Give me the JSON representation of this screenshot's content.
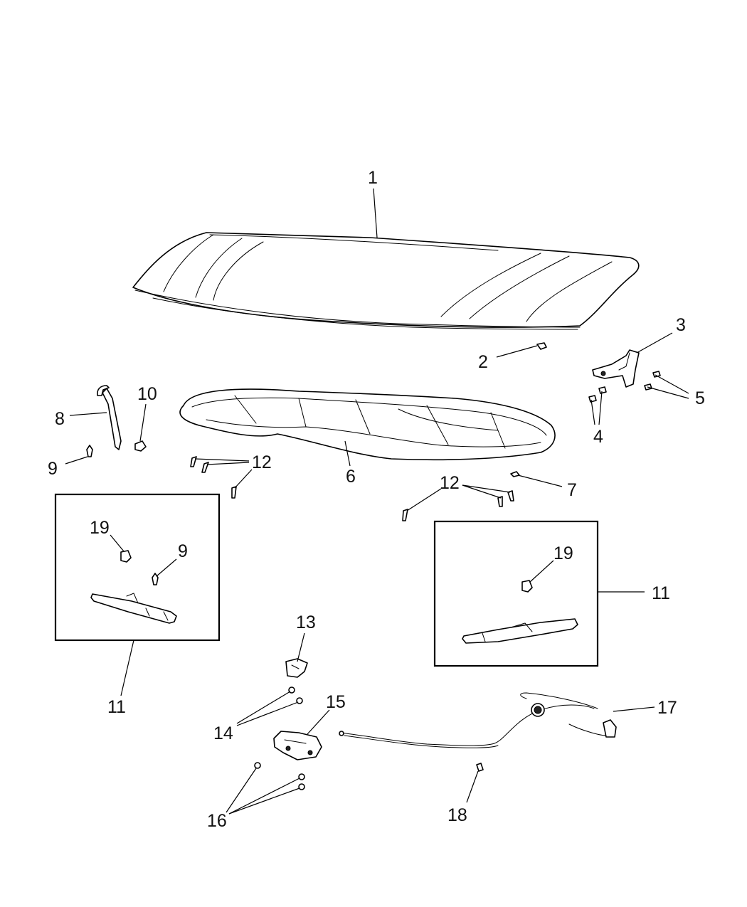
{
  "diagram": {
    "callouts": {
      "c1": "1",
      "c2": "2",
      "c3": "3",
      "c4": "4",
      "c5": "5",
      "c6": "6",
      "c7": "7",
      "c8": "8",
      "c9a": "9",
      "c9b": "9",
      "c10": "10",
      "c11a": "11",
      "c11b": "11",
      "c12a": "12",
      "c12b": "12",
      "c13": "13",
      "c14": "14",
      "c15": "15",
      "c16": "16",
      "c17": "17",
      "c18": "18",
      "c19a": "19",
      "c19b": "19"
    }
  }
}
